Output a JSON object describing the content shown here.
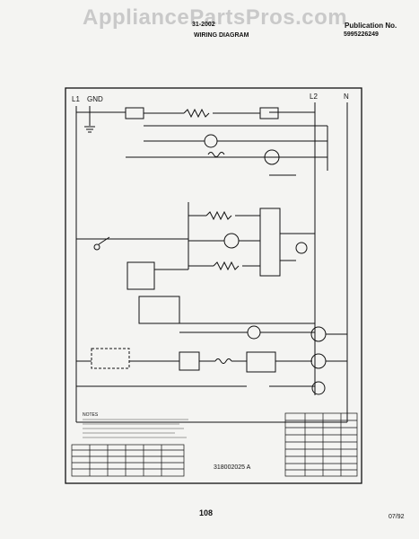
{
  "header": {
    "watermark": "AppliancePartsPros.com",
    "doc_code": "31-2002",
    "title": "WIRING DIAGRAM",
    "publication_label": "Publication No.",
    "publication_number": "5995226249"
  },
  "diagram": {
    "terminals": {
      "l1": "L1",
      "gnd": "GND",
      "l2": "L2",
      "n": "N"
    },
    "part_number": "318002025 A",
    "notes_label": "NOTES"
  },
  "footer": {
    "page_number": "108",
    "date": "07/92"
  }
}
